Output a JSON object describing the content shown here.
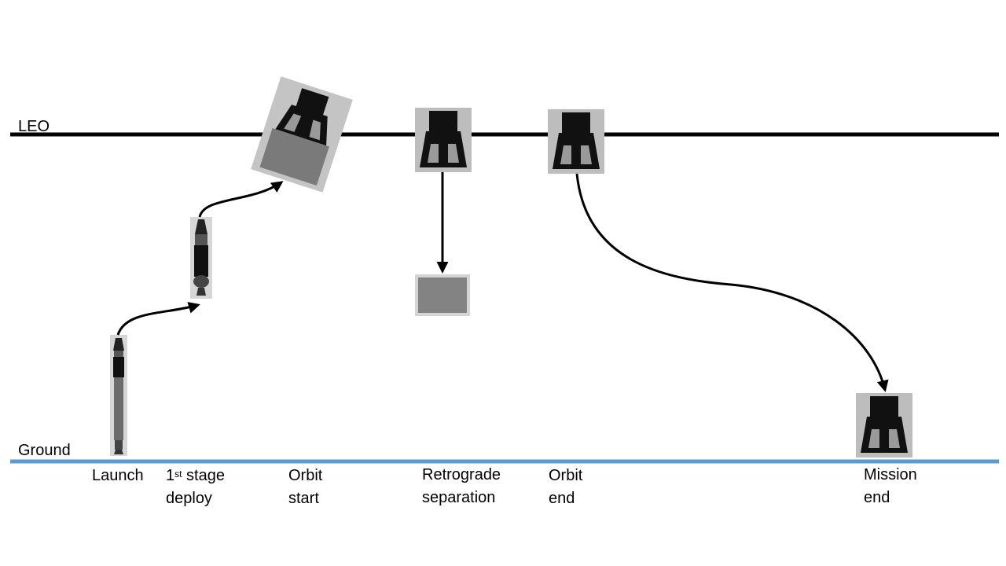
{
  "lines": {
    "leo_label": "LEO",
    "ground_label": "Ground",
    "leo_color": "#000000",
    "ground_color": "#5b9bd5"
  },
  "stages": [
    {
      "line1": "Launch",
      "line2": ""
    },
    {
      "line1_base": "1",
      "line1_sup": "st",
      "line1_rest": " stage",
      "line2": "deploy"
    },
    {
      "line1": "Orbit",
      "line2": "start"
    },
    {
      "line1": "Retrograde",
      "line2": "separation"
    },
    {
      "line1": "Orbit",
      "line2": "end"
    },
    {
      "line1": "Mission",
      "line2": "end"
    }
  ],
  "icons": [
    "rocket-full-icon",
    "rocket-upper-stage-icon",
    "spacecraft-with-module-icon",
    "capsule-icon",
    "retrograde-module-icon",
    "capsule-icon",
    "capsule-icon"
  ]
}
